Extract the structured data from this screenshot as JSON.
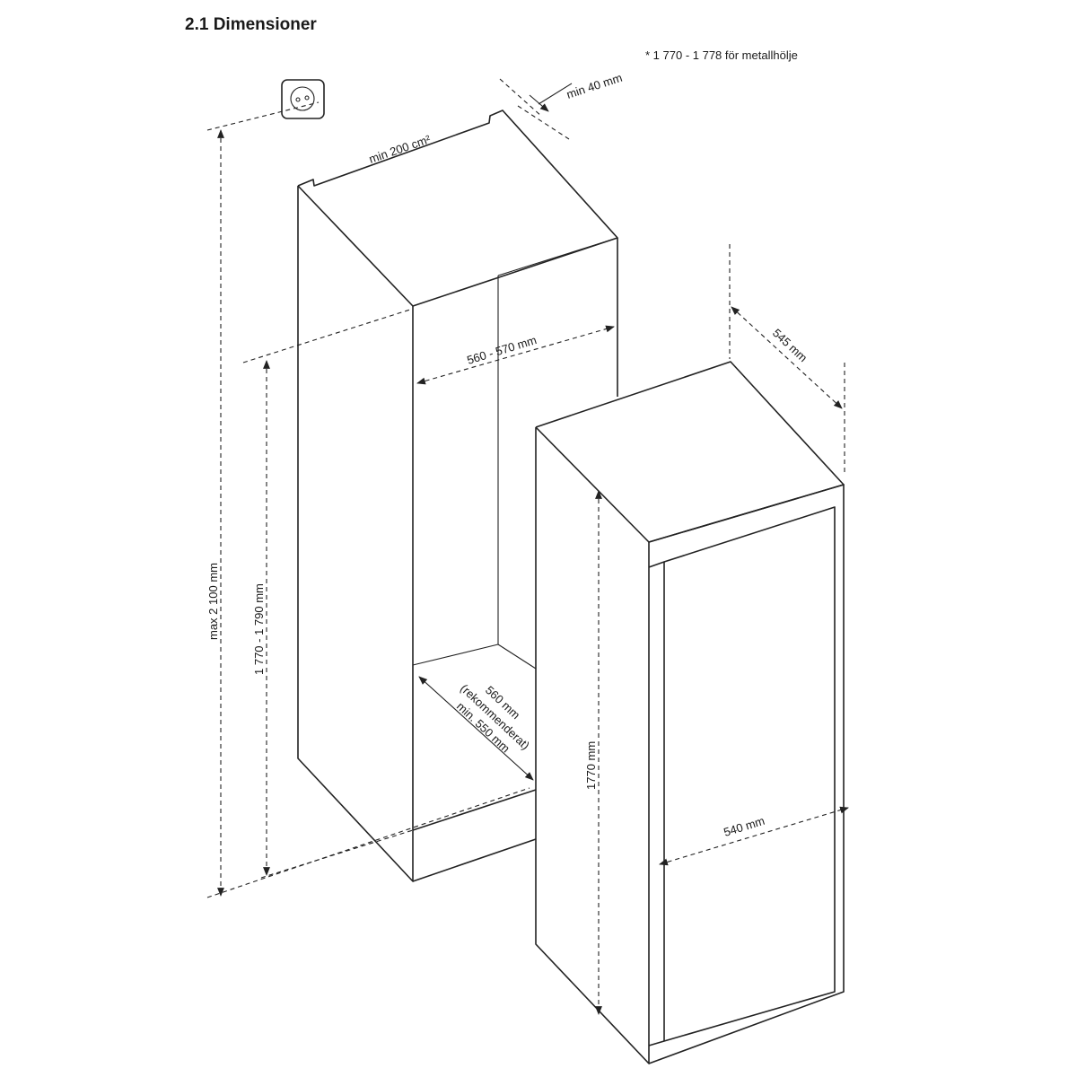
{
  "heading": "2.1 Dimensioner",
  "note": "* 1 770 - 1 778 för metallhölje",
  "dimensions": {
    "min_gap_top": "min 40 mm",
    "vent_area": "min 200 cm²",
    "niche_width": "560 - 570 mm",
    "niche_depth_line1": "560 mm",
    "niche_depth_line2": "(rekommenderat)",
    "niche_depth_line3": "min. 550 mm",
    "max_height": "max 2 100 mm",
    "niche_height": "1 770 - 1 790 mm",
    "appliance_depth": "545 mm",
    "appliance_height": "1770 mm",
    "appliance_width": "540 mm"
  }
}
